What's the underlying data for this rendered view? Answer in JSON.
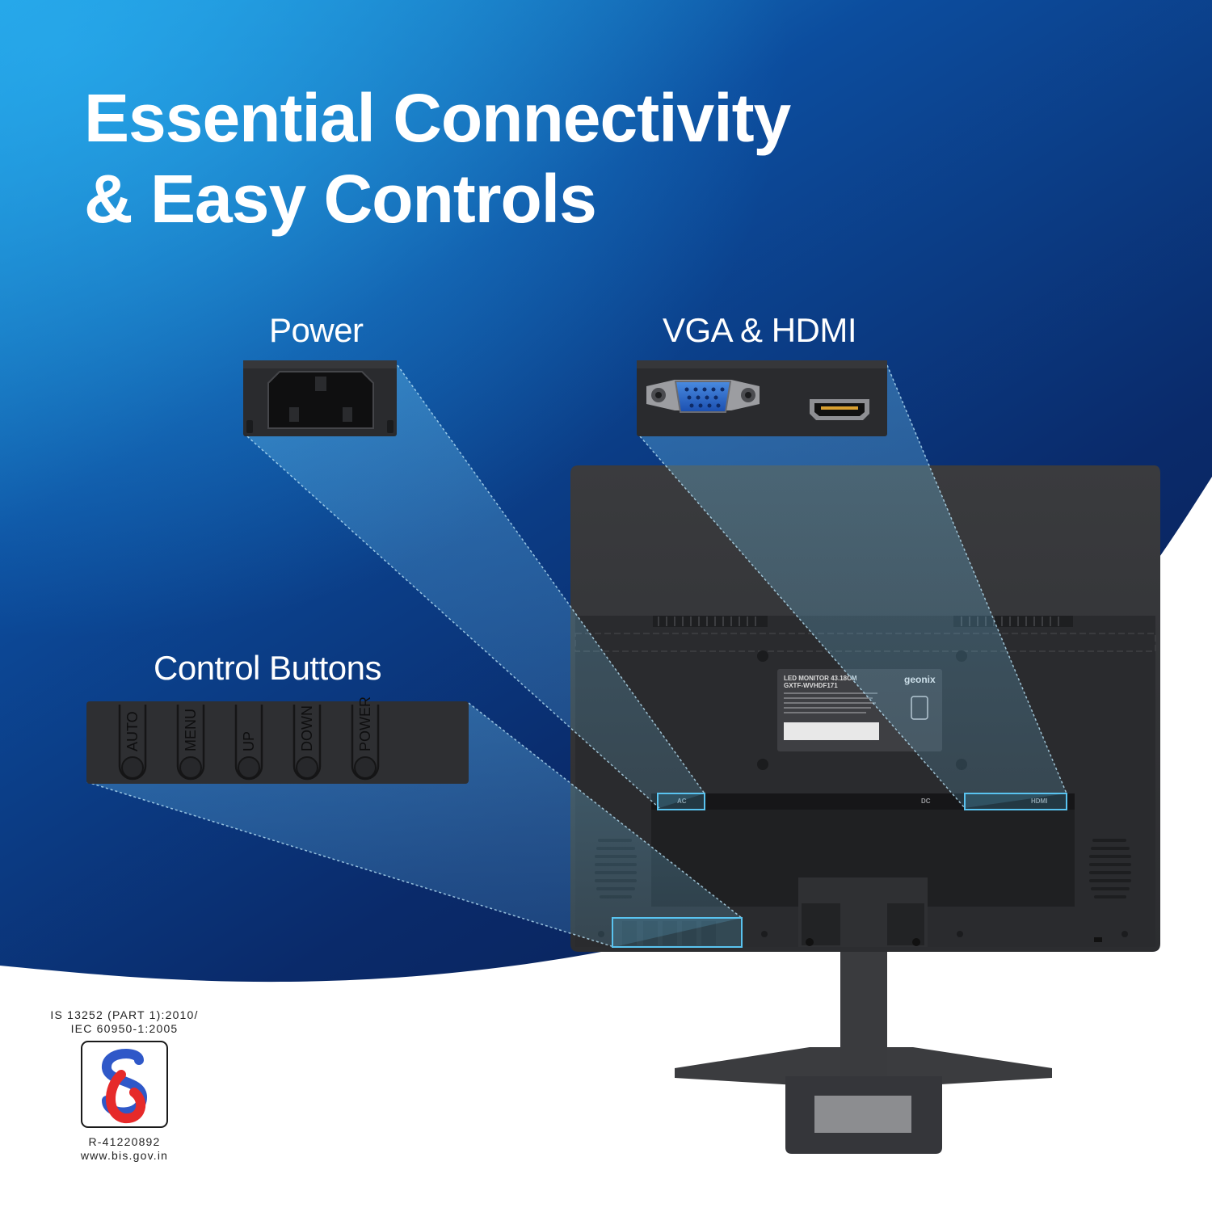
{
  "headline": {
    "line1": "Essential Connectivity",
    "line2": "& Easy Controls"
  },
  "callouts": {
    "power": "Power",
    "vga_hdmi": "VGA & HDMI",
    "control_buttons": "Control Buttons"
  },
  "control_buttons": [
    "AUTO",
    "MENU",
    "UP",
    "DOWN",
    "POWER"
  ],
  "port_labels": {
    "ac": "AC",
    "dc": "DC",
    "hdmi": "HDMI"
  },
  "rating_label": {
    "title": "LED MONITOR 43.18CM",
    "model": "GXTF-WVHDF171",
    "brand": "geonix"
  },
  "certification": {
    "standard_line1": "IS 13252 (PART 1):2010/",
    "standard_line2": "IEC 60950-1:2005",
    "registration": "R-41220892",
    "website": "www.bis.gov.in"
  },
  "colors": {
    "bg_top_left": "#1f9ee0",
    "bg_mid": "#0c3d8c",
    "bg_dark": "#0a2257",
    "monitor": "#303134",
    "highlight": "#4fb6e6"
  }
}
